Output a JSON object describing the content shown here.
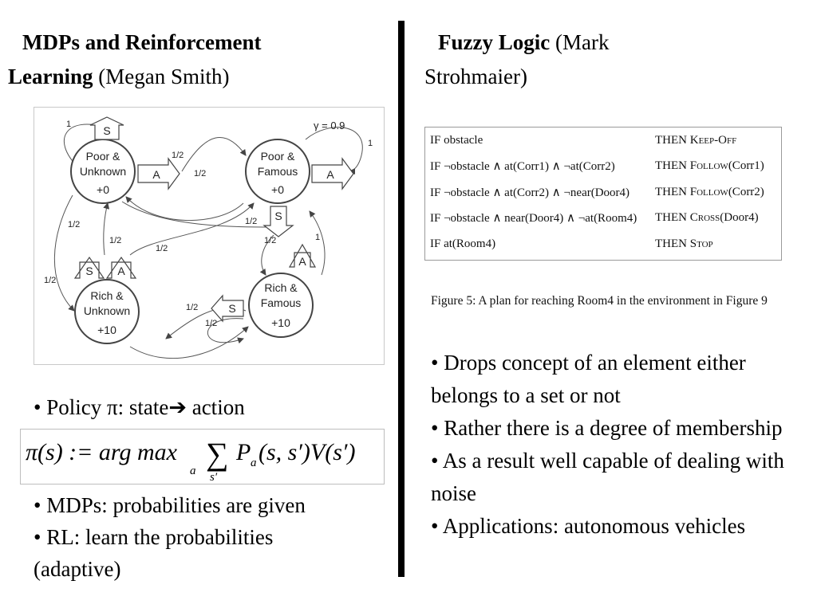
{
  "left_heading": {
    "line1_bold": "MDPs and Reinforcement",
    "line2_bold": "Learning",
    "line2_normal": " (Megan Smith)"
  },
  "right_heading": {
    "line1_bold": "Fuzzy Logic",
    "line1_normal": " (Mark",
    "line2_normal": "Strohmaier)"
  },
  "mdp_diagram": {
    "gamma_label": "γ = 0.9",
    "states": [
      {
        "line1": "Poor &",
        "line2": "Unknown",
        "reward": "+0"
      },
      {
        "line1": "Poor &",
        "line2": "Famous",
        "reward": "+0"
      },
      {
        "line1": "Rich &",
        "line2": "Unknown",
        "reward": "+10"
      },
      {
        "line1": "Rich &",
        "line2": "Famous",
        "reward": "+10"
      }
    ],
    "actions": {
      "save": "S",
      "advertise": "A"
    },
    "probabilities": {
      "one": "1",
      "half": "1/2"
    }
  },
  "left_bullets": {
    "policy_prefix": "• Policy ",
    "policy_symbol": "π",
    "policy_mid": ": state",
    "policy_arrow": "➔",
    "policy_suffix": " action",
    "formula": {
      "lhs": "π(s) := arg max",
      "sub_a": "a",
      "sum": "∑",
      "sub_sprime": "s′",
      "rhs": "P",
      "rhs_sub": "a",
      "rhs_rest": "(s, s′)V(s′)"
    },
    "items": [
      "• MDPs: probabilities are given",
      "• RL: learn the probabilities",
      "(adaptive)"
    ]
  },
  "rule_table": {
    "rows": [
      {
        "condition": "IF obstacle",
        "then": "THEN ",
        "action": "Keep-Off"
      },
      {
        "condition": "IF ¬obstacle ∧ at(Corr1) ∧ ¬at(Corr2)",
        "then": "THEN ",
        "action": "Follow",
        "arg": "(Corr1)"
      },
      {
        "condition": "IF ¬obstacle ∧ at(Corr2) ∧ ¬near(Door4)",
        "then": "THEN ",
        "action": "Follow",
        "arg": "(Corr2)"
      },
      {
        "condition": "IF ¬obstacle ∧ near(Door4) ∧ ¬at(Room4)",
        "then": "THEN ",
        "action": "Cross",
        "arg": "(Door4)"
      },
      {
        "condition": "IF at(Room4)",
        "then": "THEN ",
        "action": "Stop"
      }
    ],
    "caption": "Figure 5: A plan for reaching Room4 in the environment in Figure 9"
  },
  "right_bullets": [
    "• Drops concept of an element either belongs to a set or not",
    "• Rather there is a degree of membership",
    "• As a result well capable of dealing with noise",
    "• Applications: autonomous vehicles"
  ]
}
